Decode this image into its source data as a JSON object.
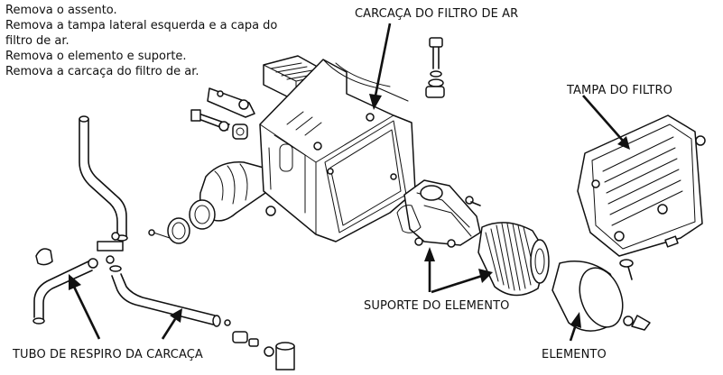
{
  "instructions": [
    "Remova o assento.",
    "Remova a tampa lateral esquerda e a capa do",
    "filtro de ar.",
    "Remova o elemento e suporte.",
    "Remova a carcaça do filtro de ar."
  ],
  "labels": {
    "housing": "CARCAÇA DO FILTRO DE AR",
    "cover": "TAMPA DO FILTRO",
    "support": "SUPORTE DO ELEMENTO",
    "element": "ELEMENTO",
    "breather": "TUBO DE RESPIRO DA CARCAÇA"
  }
}
